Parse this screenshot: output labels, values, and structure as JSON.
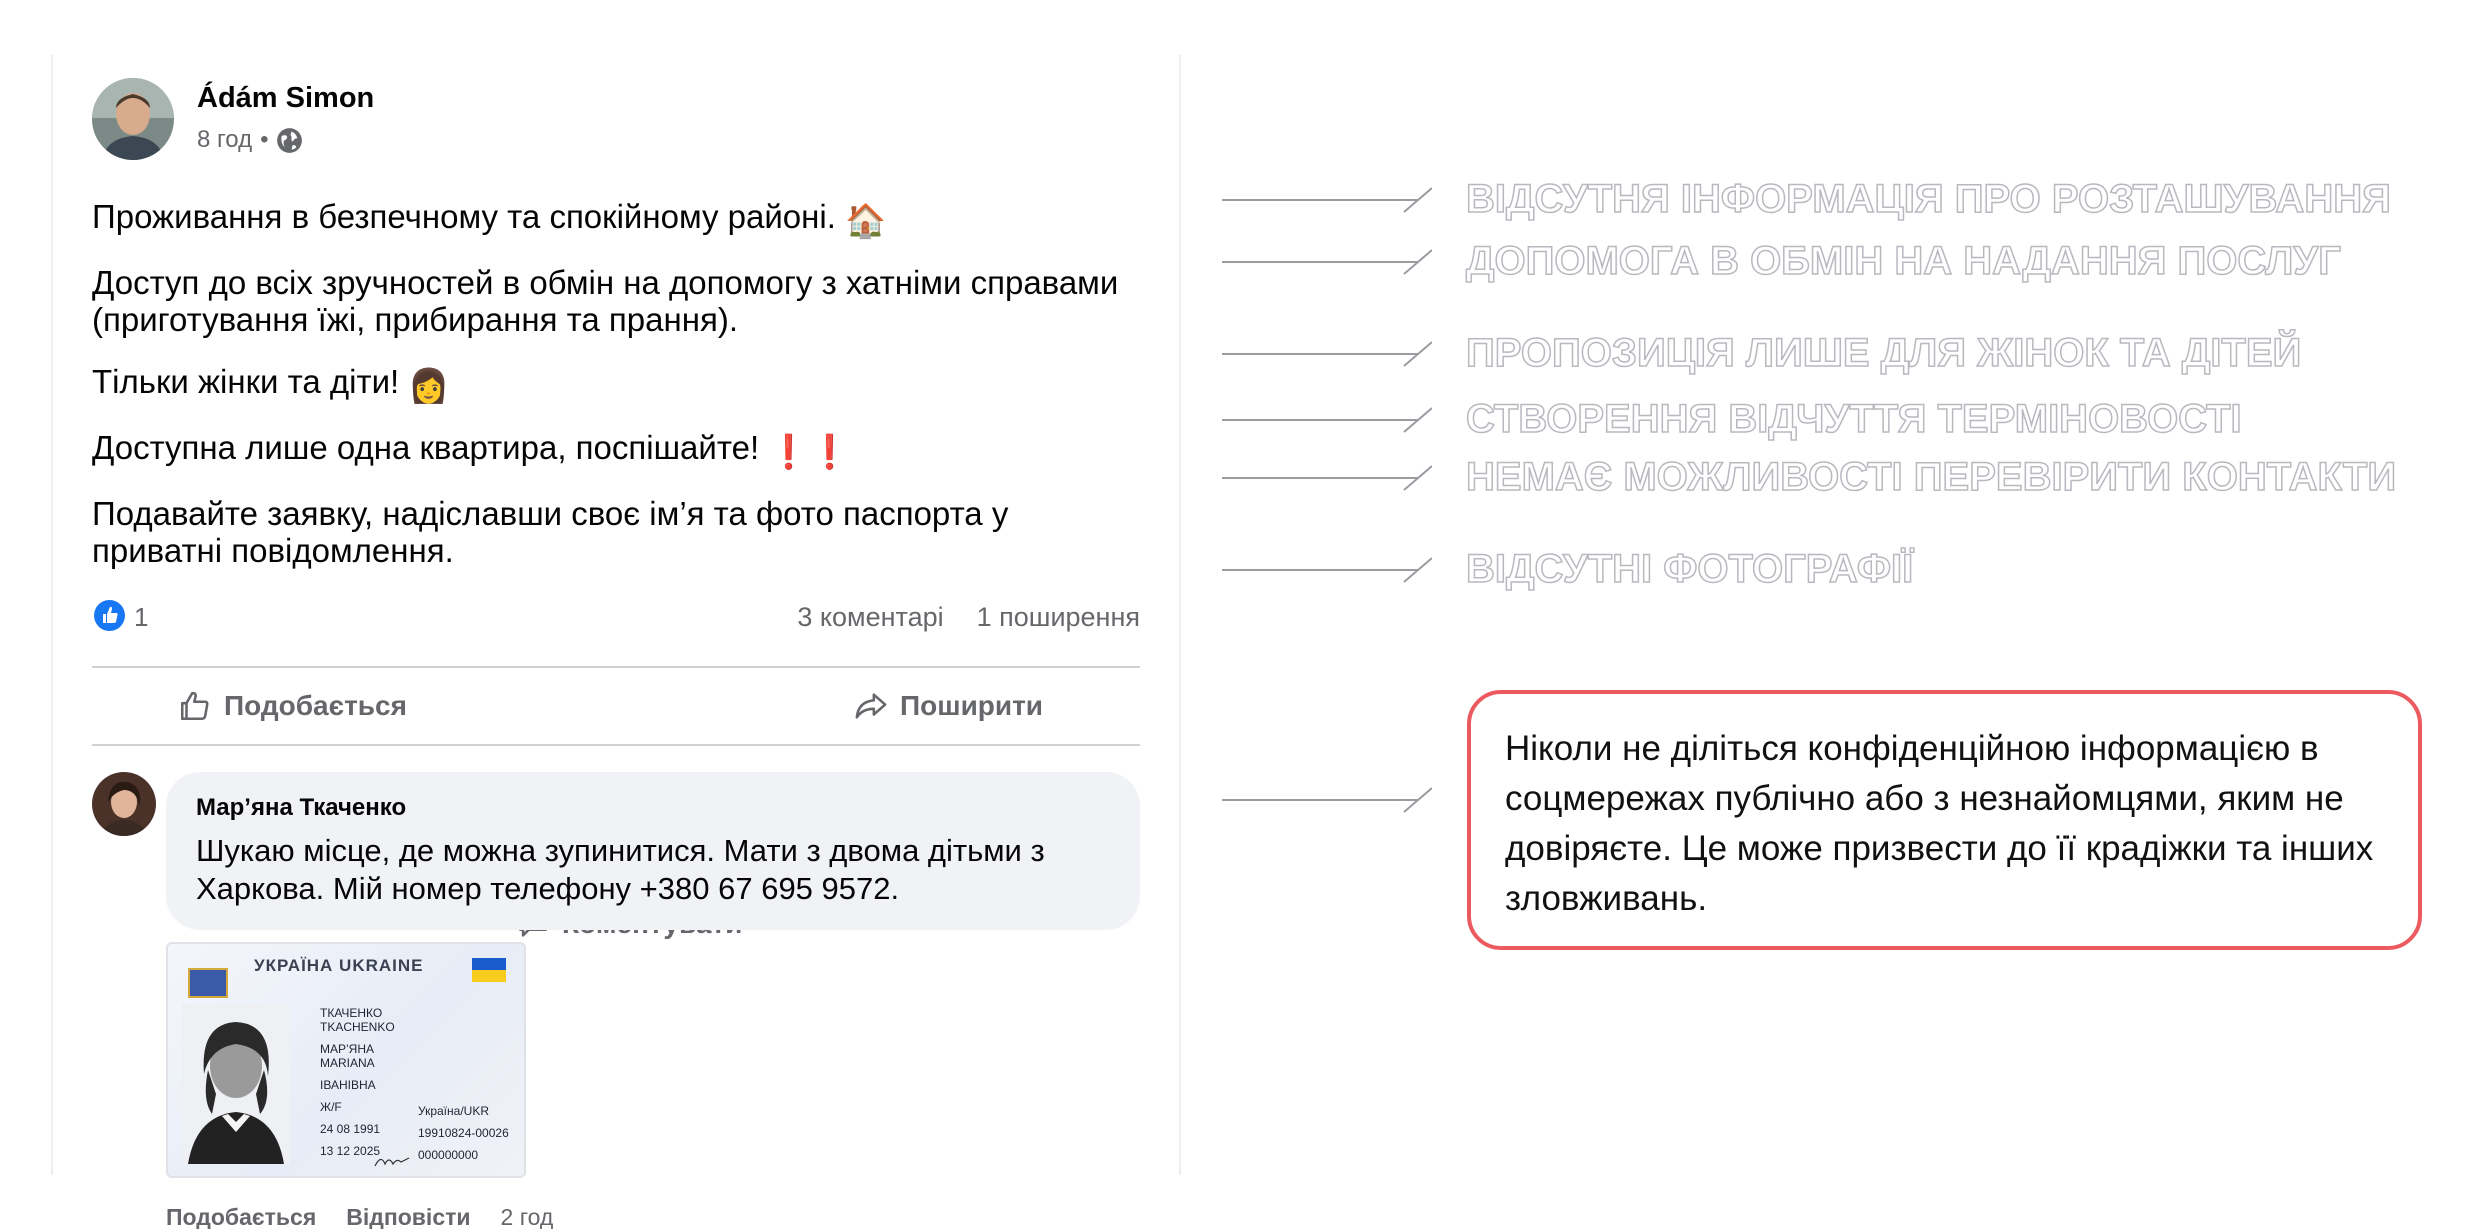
{
  "post": {
    "author": "Ádám Simon",
    "time": "8 год",
    "separator": "•",
    "paragraphs": [
      {
        "text": "Проживання в безпечному та спокійному районі.",
        "emoji": "🏠"
      },
      {
        "text": "Доступ до всіх зручностей в обмін на допомогу з хатніми справами (приготування їжі, прибирання та прання).",
        "emoji": ""
      },
      {
        "text": "Тільки жінки та діти!",
        "emoji": "👩"
      },
      {
        "text": "Доступна лише одна квартира, поспішайте!",
        "emoji": "❗❗"
      },
      {
        "text": "Подавайте заявку, надіславши своє ім’я та фото паспорта у приватні повідомлення.",
        "emoji": ""
      }
    ],
    "likes": "1",
    "comments_count": "3 коментарі",
    "shares_count": "1 поширення",
    "actions": {
      "like": "Подобається",
      "comment": "Коментувати",
      "share": "Поширити"
    }
  },
  "comment": {
    "author": "Мар’яна Ткаченко",
    "text": "Шукаю місце, де можна зупинитися. Мати з двома дітьми з Харкова. Мій номер телефону +380 67 695 9572.",
    "like": "Подобається",
    "reply": "Відповісти",
    "time": "2 год"
  },
  "passport": {
    "title": "УКРАЇНА UKRAINE",
    "surname": "ТКАЧЕНКО",
    "surname_lat": "TKACHENKO",
    "given": "МАР’ЯНА",
    "given_lat": "MARIANA",
    "patronymic": "ІВАНІВНА",
    "sex": "Ж/F",
    "nationality": "Україна/UKR",
    "dob": "24 08 1991",
    "record": "19910824-00026",
    "expiry": "13 12 2025",
    "doc_no": "000000000"
  },
  "annotations": [
    "ВІДСУТНЯ ІНФОРМАЦІЯ ПРО РОЗТАШУВАННЯ",
    "ДОПОМОГА В ОБМІН НА НАДАННЯ ПОСЛУГ",
    "ПРОПОЗИЦІЯ ЛИШЕ ДЛЯ ЖІНОК ТА ДІТЕЙ",
    "СТВОРЕННЯ ВІДЧУТТЯ ТЕРМІНОВОСТІ",
    "НЕМАЄ МОЖЛИВОСТІ ПЕРЕВІРИТИ КОНТАКТИ",
    "ВІДСУТНІ ФОТОГРАФІЇ"
  ],
  "warning": "Ніколи не діліться конфіденційною інформацією в соцмережах публічно або з незнайомцями, яким не довіряєте. Це  може призвести до її крадіжки та інших зловживань.",
  "colors": {
    "facebook_blue": "#1877f2",
    "muted_text": "#65676b",
    "comment_bubble": "#f0f2f5",
    "warning_border": "#ec5a5f",
    "annotation_outline": "#b7b9bf"
  }
}
